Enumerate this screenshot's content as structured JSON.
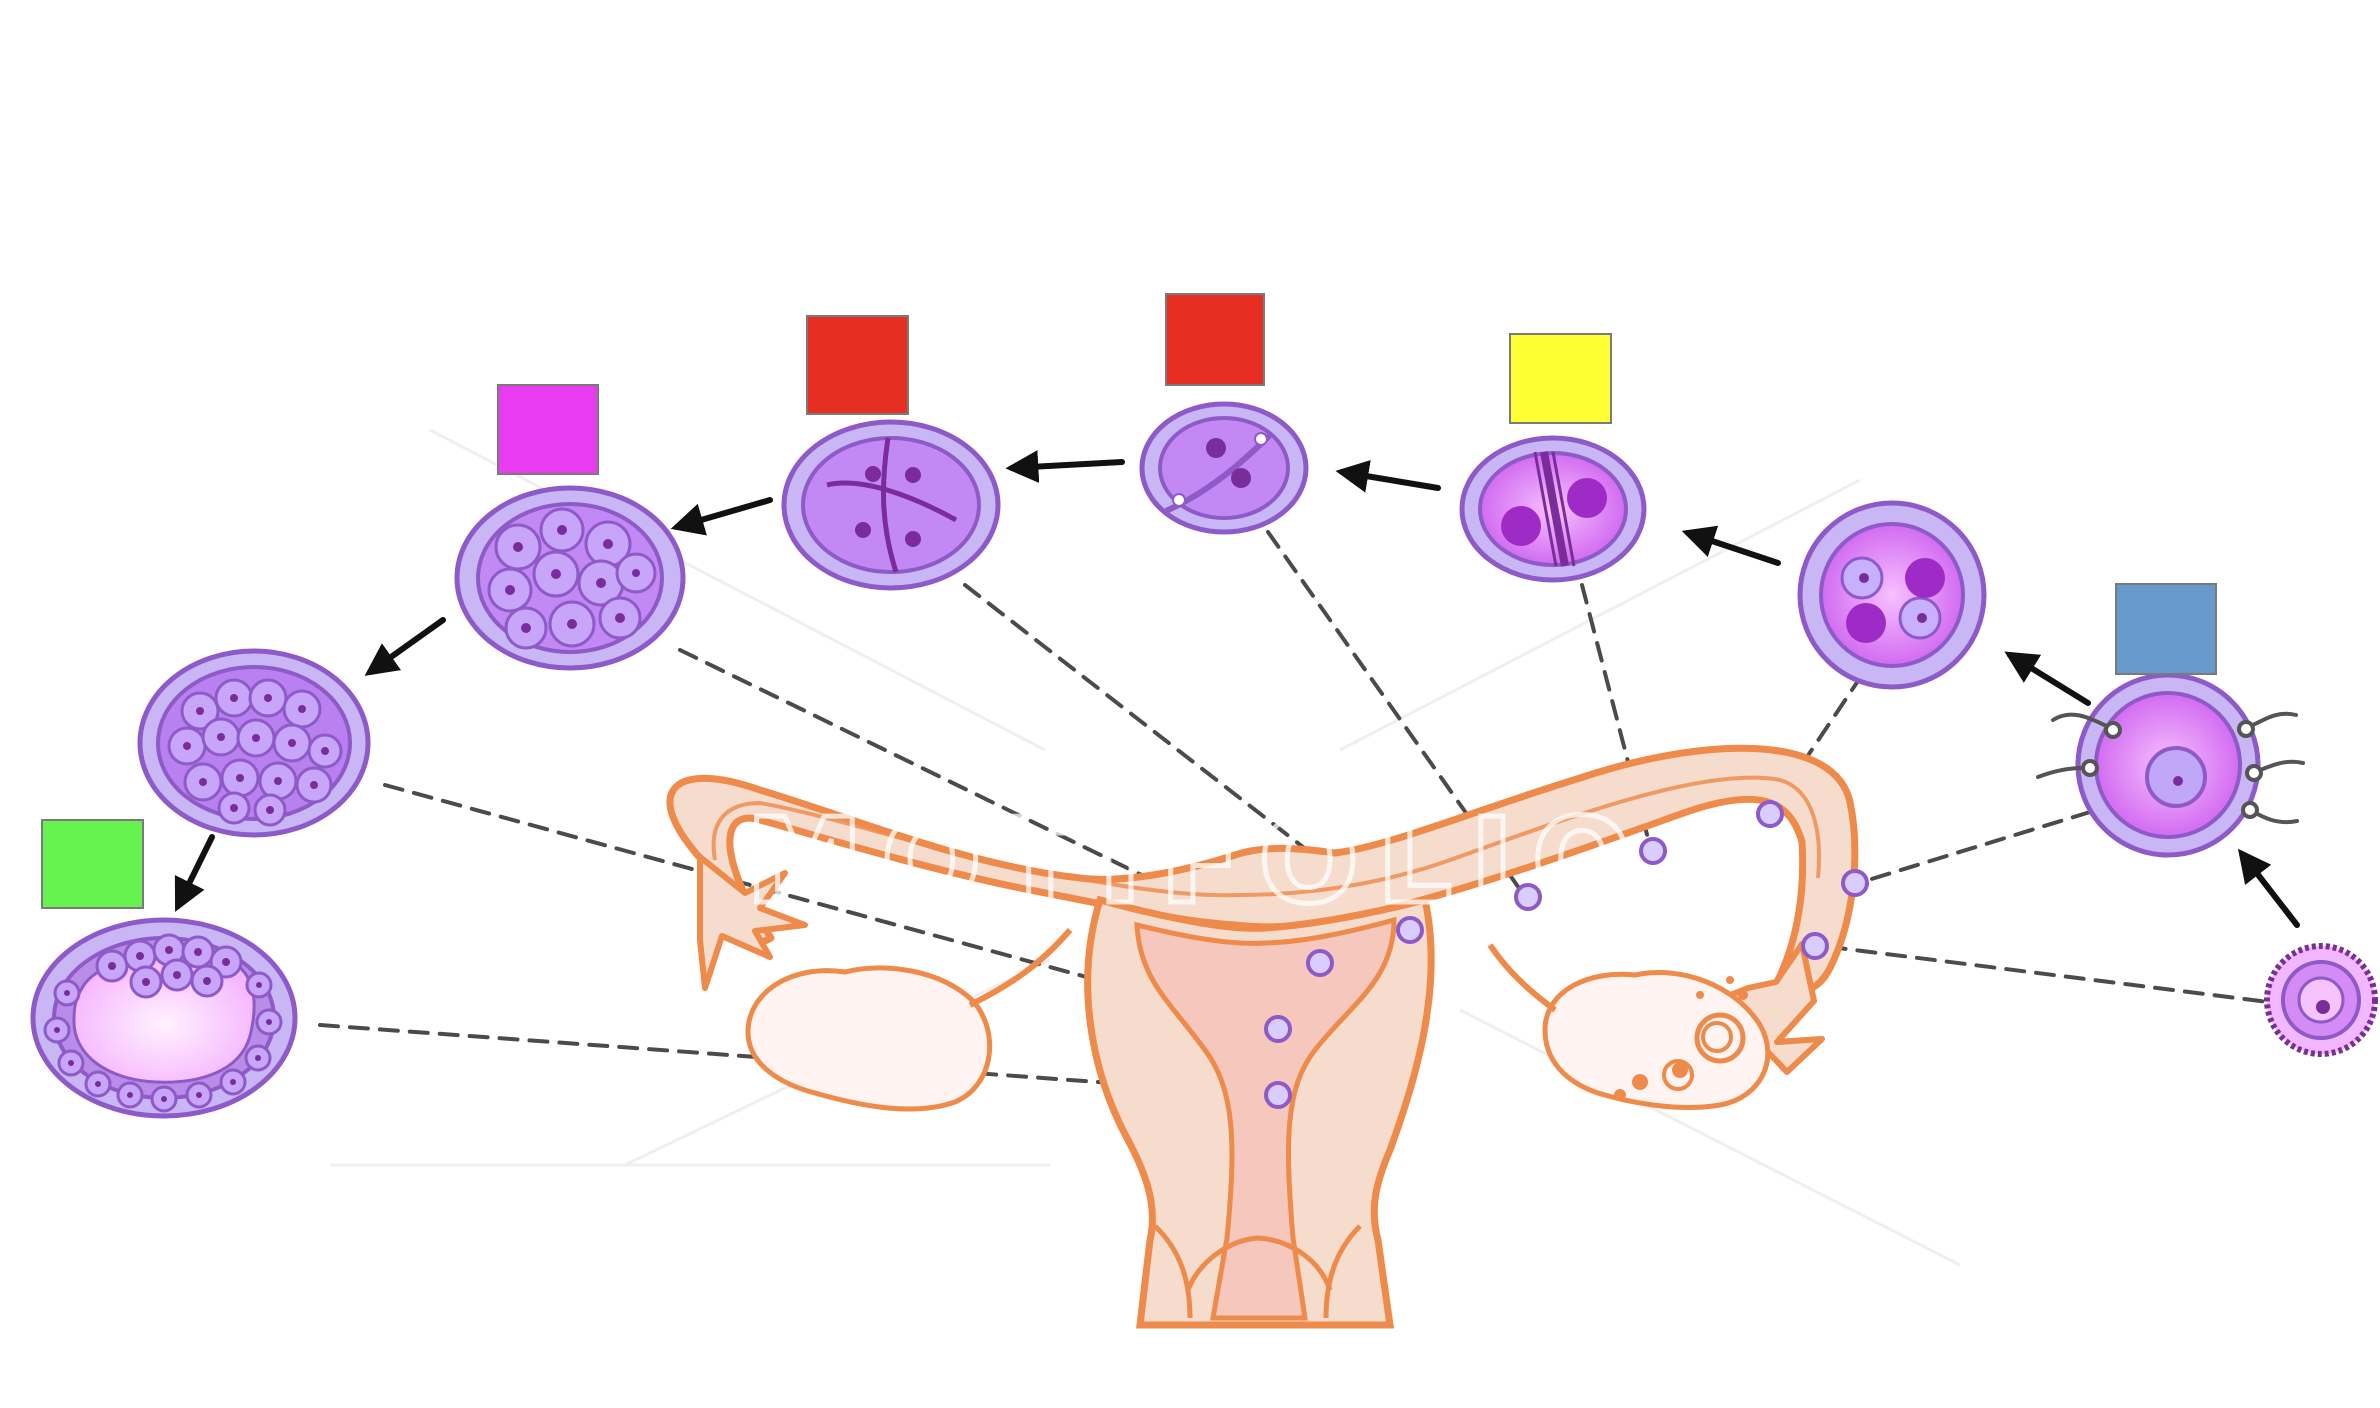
{
  "title": "",
  "watermark": {
    "text": "MOTIFOLIO"
  },
  "colors": {
    "background": "#ffffff",
    "organ_fill": "#f6dccd",
    "organ_inner": "#f5c7bd",
    "organ_stroke": "#ee8a4a",
    "cell_fill": "#c8b6f5",
    "cell_stroke": "#8d5ac7",
    "cell_core": "#e8a4ff",
    "zygote_pink": "#f08ef7",
    "purple_dark": "#7a2d9a",
    "box_green": "#66f24f",
    "box_magenta": "#e93cf2",
    "box_red": "#e62e22",
    "box_yellow": "#ffff33",
    "box_blue": "#6699cc"
  },
  "label_boxes": [
    {
      "id": "green-label-box",
      "color": "#66f24f",
      "stage": "blastocyst"
    },
    {
      "id": "magenta-label-box",
      "color": "#e93cf2",
      "stage": "morula"
    },
    {
      "id": "red-label-box-four-cell",
      "color": "#e62e22",
      "stage": "four-cell"
    },
    {
      "id": "red-label-box-two-cell",
      "color": "#e62e22",
      "stage": "two-cell"
    },
    {
      "id": "yellow-label-box",
      "color": "#ffff33",
      "stage": "zygote-division"
    },
    {
      "id": "blue-label-box",
      "color": "#6699cc",
      "stage": "fertilization"
    }
  ],
  "stages": [
    {
      "name": "oocyte",
      "icon": "oocyte-icon"
    },
    {
      "name": "fertilization",
      "icon": "fertilization-icon"
    },
    {
      "name": "pronuclei",
      "icon": "pronuclei-icon"
    },
    {
      "name": "zygote-division",
      "icon": "zygote-division-icon"
    },
    {
      "name": "two-cell",
      "icon": "two-cell-icon"
    },
    {
      "name": "four-cell",
      "icon": "four-cell-icon"
    },
    {
      "name": "morula",
      "icon": "morula-icon"
    },
    {
      "name": "compact-morula",
      "icon": "compact-morula-icon"
    },
    {
      "name": "blastocyst",
      "icon": "blastocyst-icon"
    }
  ],
  "diagram": {
    "subject": "uterus-and-ovaries",
    "icons": [
      "uterus-icon",
      "fallopian-tube-icon",
      "ovary-icon"
    ]
  }
}
